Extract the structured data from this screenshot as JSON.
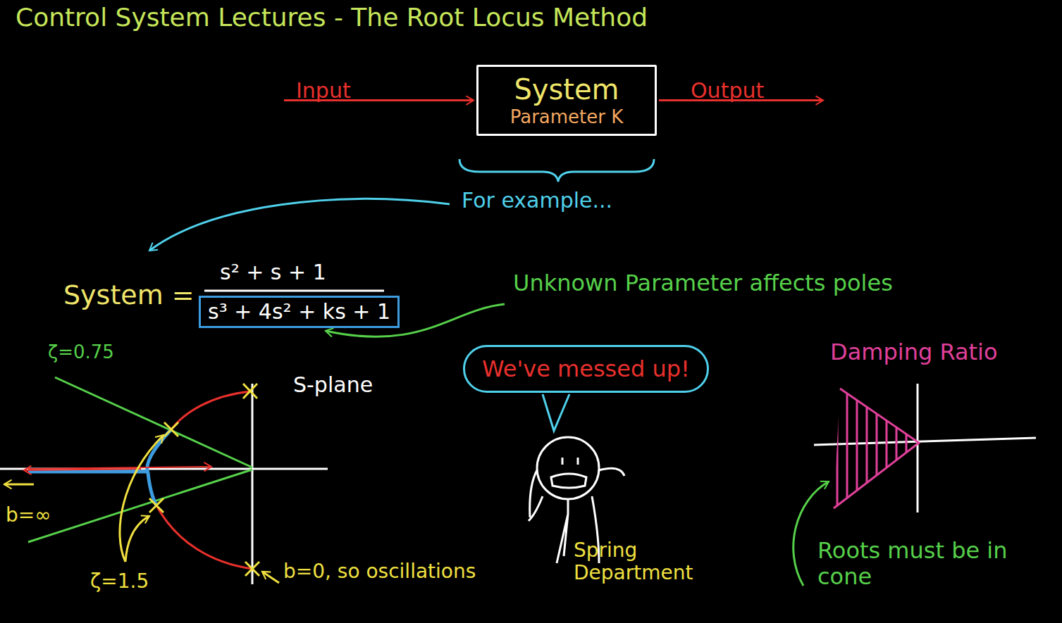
{
  "diagram": {
    "title": "Control System Lectures - The Root Locus Method",
    "nodes": [
      {
        "text": [
          "System",
          "Parameter K"
        ]
      },
      {
        "text": [
          "s³ + 4s² + ks + 1"
        ]
      },
      {
        "text": [
          "We've messed up!"
        ]
      }
    ],
    "labels": [
      "Input",
      "Output",
      "For example...",
      "System =",
      "s² + s + 1",
      "Unknown Parameter affects poles",
      "ζ=0.75",
      "S-plane",
      "b=∞",
      "ζ=1.5",
      "b=0, so oscillations",
      "Spring Department",
      "Damping Ratio",
      "Roots must be in cone"
    ]
  }
}
